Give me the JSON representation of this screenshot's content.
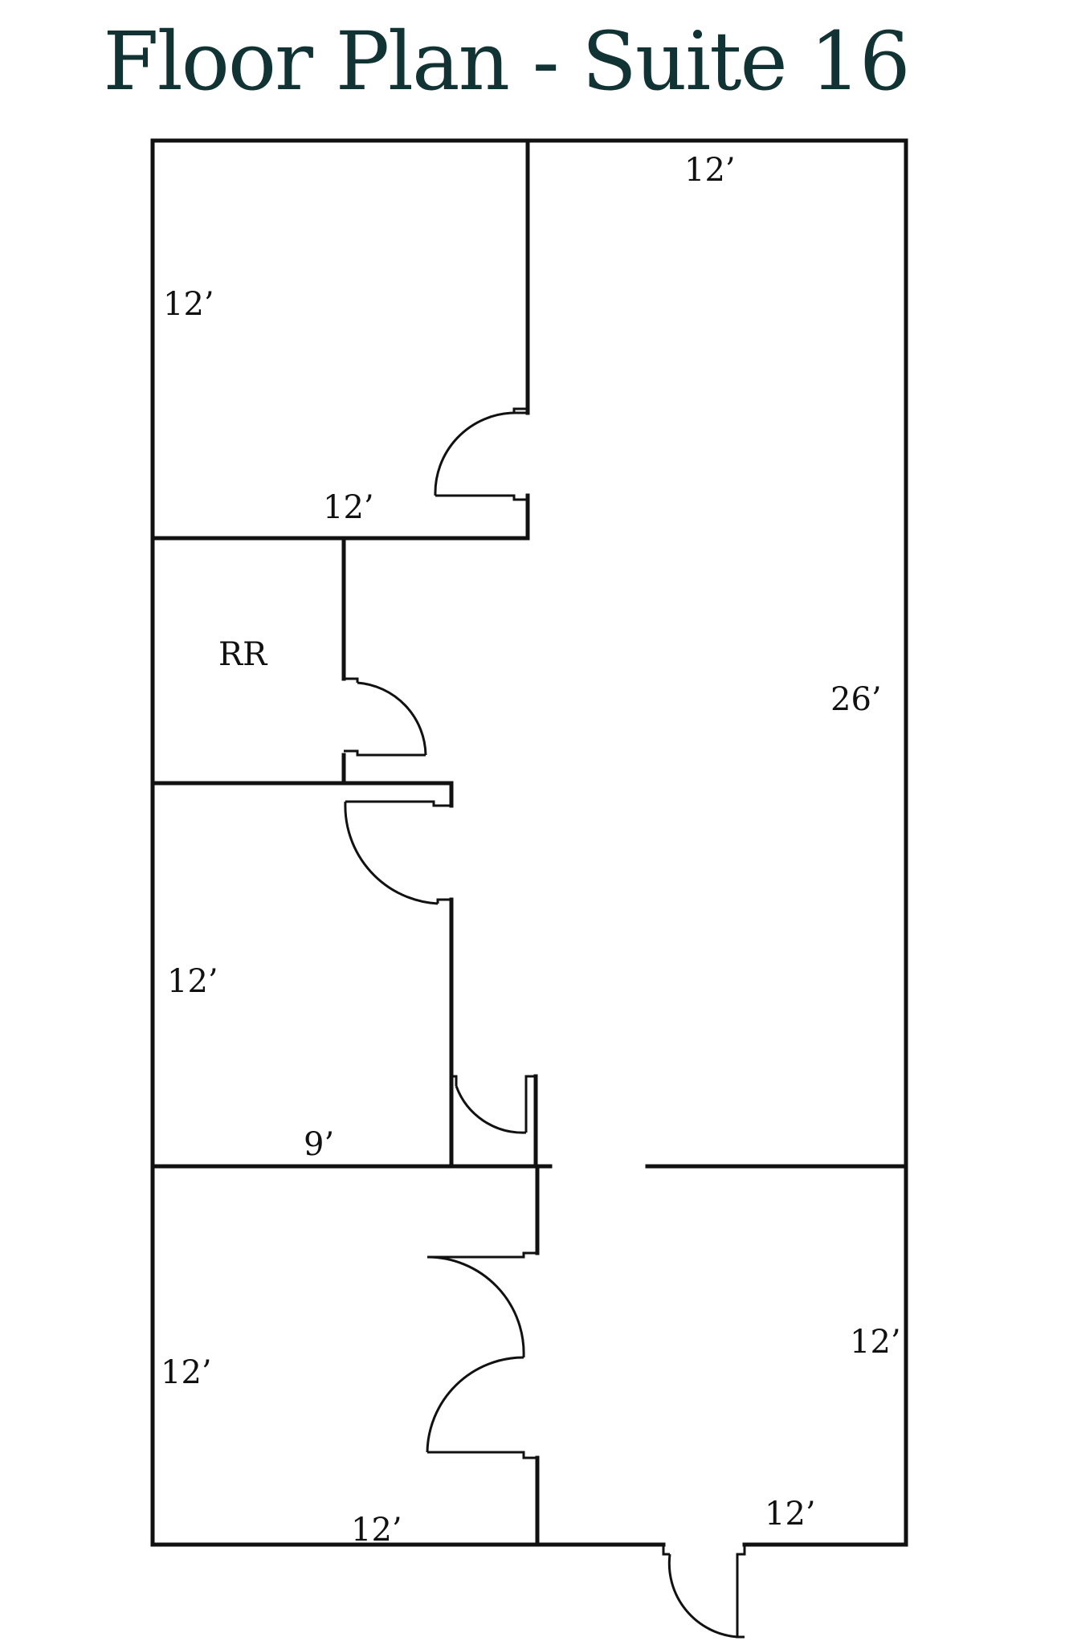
{
  "title": "Floor Plan - Suite 16",
  "labels": {
    "office1_top": "12’",
    "office1_left": "12’",
    "office1_bottom": "12’",
    "restroom": "RR",
    "main_area": "26’",
    "office2_left": "12’",
    "office2_bottom": "9’",
    "office3_left": "12’",
    "office3_bottom": "12’",
    "office4_right": "12’",
    "office4_bottom": "12’"
  }
}
